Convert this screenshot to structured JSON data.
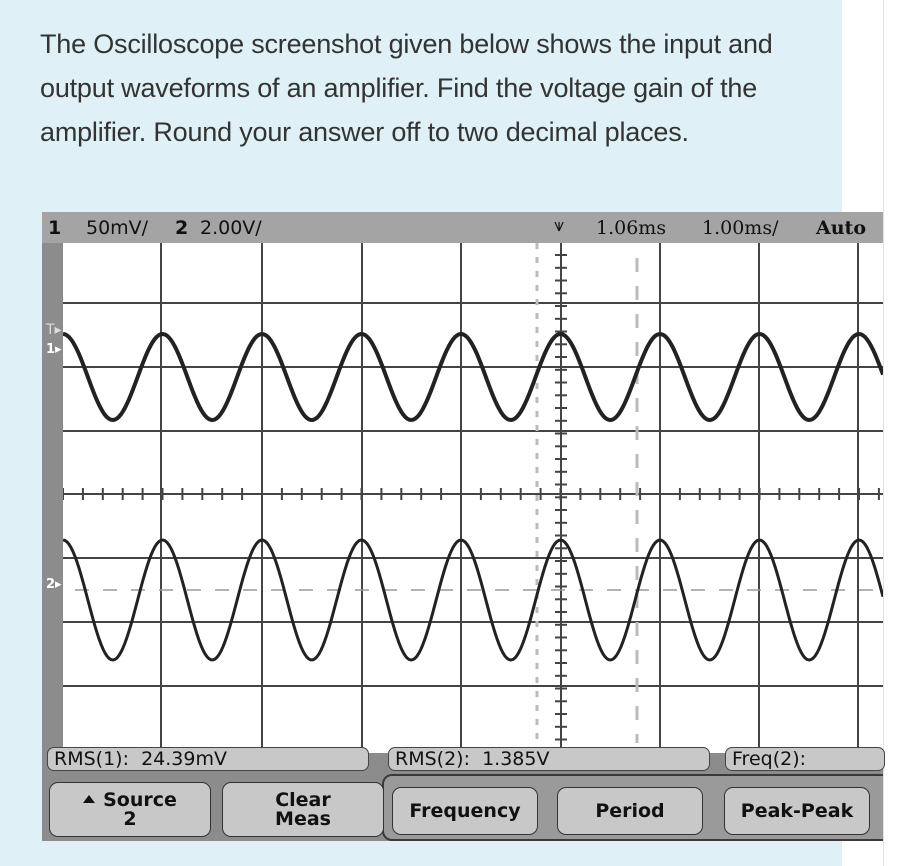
{
  "question": {
    "text": "The Oscilloscope screenshot given below shows the input and output waveforms of an amplifier. Find the voltage gain of the amplifier. Round your answer off to two decimal places."
  },
  "scope": {
    "status_bar": {
      "ch1_label": "1",
      "ch1_scale": "50mV/",
      "ch2_label": "2",
      "ch2_scale": "2.00V/",
      "time_delay": "1.06ms",
      "time_scale": "1.00ms/",
      "trigger_mode": "Auto"
    },
    "channels": [
      {
        "id": "1",
        "marker": "1",
        "volts_per_div": "50mV",
        "description": "input waveform"
      },
      {
        "id": "2",
        "marker": "2",
        "volts_per_div": "2.00V",
        "description": "output waveform"
      }
    ],
    "measurements": [
      {
        "label": "RMS(1):",
        "value": "24.39mV"
      },
      {
        "label": "RMS(2):",
        "value": "1.385V"
      },
      {
        "label": "Freq(2):",
        "value": ""
      }
    ],
    "softkeys": [
      {
        "line1": "Source",
        "line2": "2",
        "icon": "triangle-up-icon"
      },
      {
        "line1": "Clear",
        "line2": "Meas"
      },
      {
        "line1": "Frequency"
      },
      {
        "line1": "Period"
      },
      {
        "line1": "Peak-Peak"
      }
    ],
    "colors": {
      "bezel": "#8c8c8c",
      "status_bar": "#a4a4a4",
      "screen": "#ffffff",
      "trace": "#222222",
      "button": "#c8c8c8",
      "panel_background": "#dff1f7"
    }
  }
}
